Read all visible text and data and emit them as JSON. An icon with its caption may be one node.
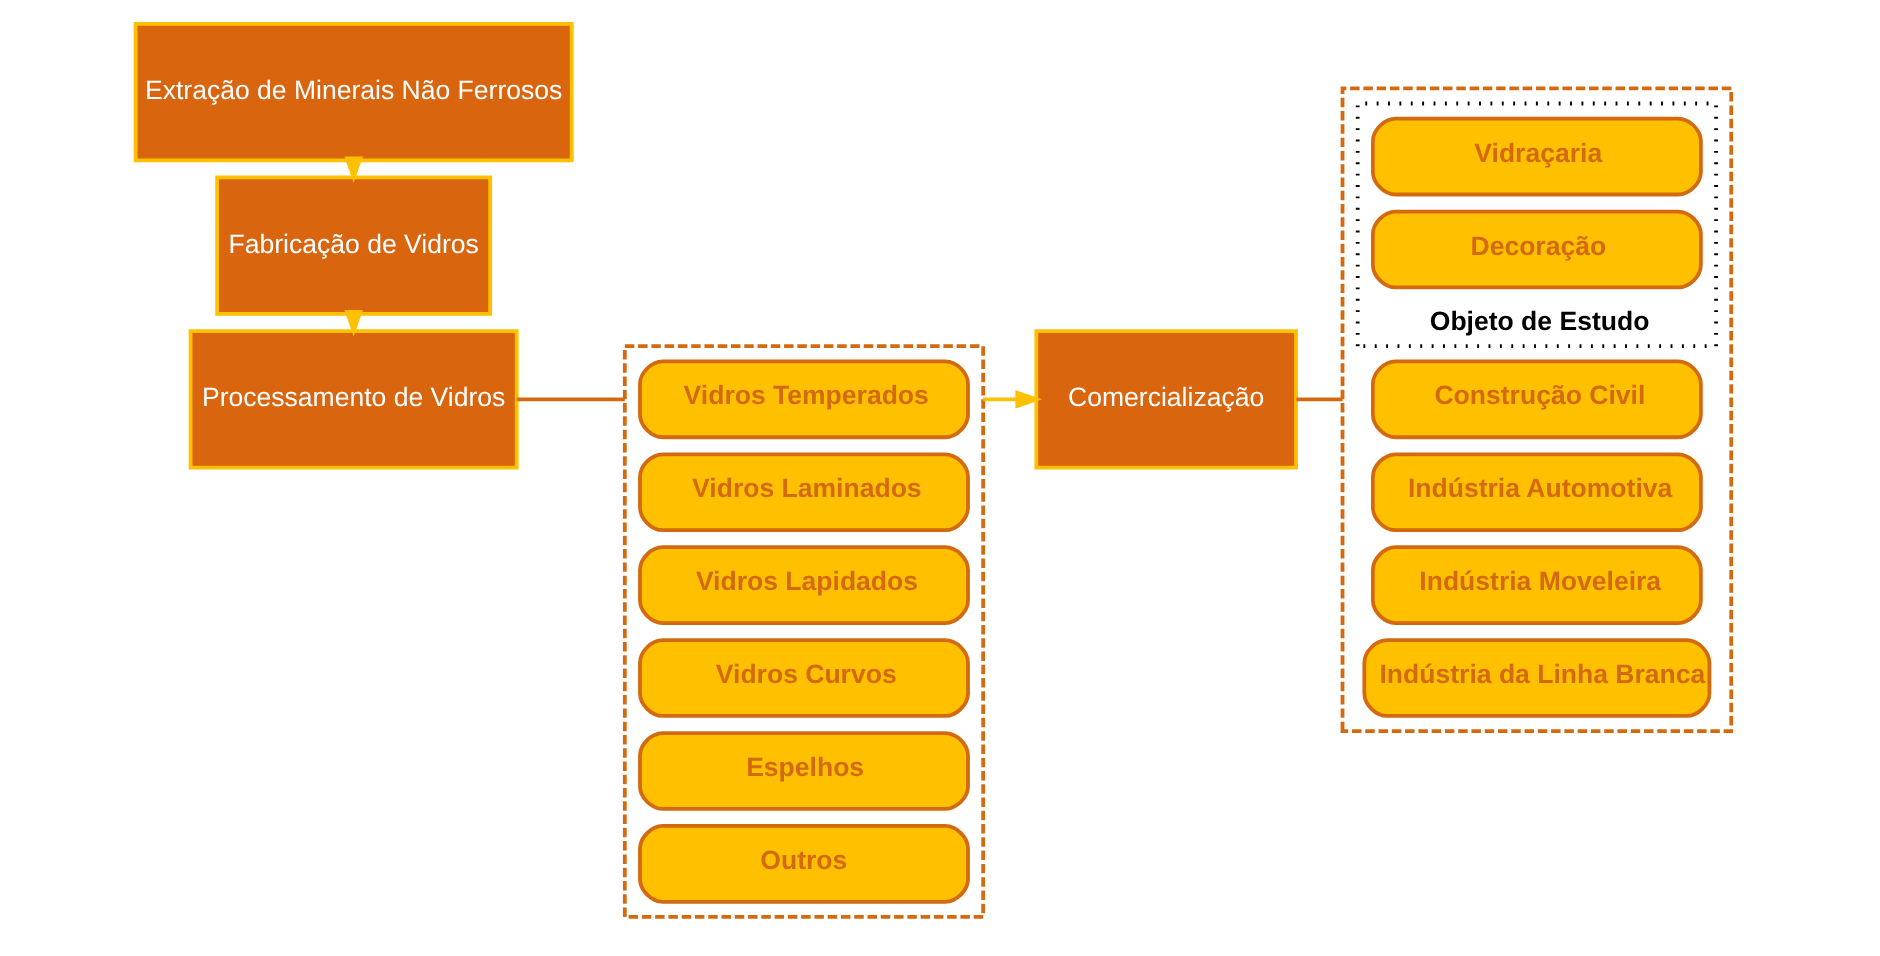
{
  "diagram": {
    "nodes": [
      {
        "text": [
          "Extração de Minerais Não Ferrosos"
        ]
      },
      {
        "text": [
          "Fabricação de Vidros"
        ]
      },
      {
        "text": [
          "Processamento de Vidros"
        ]
      },
      {
        "text": [],
        "shape": "box"
      },
      {
        "text": [
          "Vidros Temperados"
        ],
        "in": 3
      },
      {
        "text": [
          "Vidros Laminados"
        ],
        "in": 3
      },
      {
        "text": [
          "Vidros Lapidados"
        ],
        "in": 3
      },
      {
        "text": [
          "Vidros Curvos"
        ],
        "in": 3
      },
      {
        "text": [
          "Espelhos"
        ],
        "in": 3
      },
      {
        "text": [
          "Outros"
        ],
        "in": 3
      },
      {
        "text": [
          "Comercialização"
        ]
      },
      {
        "text": [],
        "shape": "box"
      },
      {
        "text": [
          "Construção Civil"
        ],
        "in": 11
      },
      {
        "text": [
          "Indústria Automotiva"
        ],
        "in": 11
      },
      {
        "text": [
          "Indústria Moveleira"
        ],
        "in": 11
      },
      {
        "text": [
          "Indústria da Linha Branca"
        ],
        "in": 11
      },
      {
        "text": [
          "Objeto de Estudo"
        ],
        "in": 11
      },
      {
        "text": [
          "Vidraçaria"
        ],
        "in": 16
      },
      {
        "text": [
          "Decoração"
        ],
        "in": 16
      }
    ],
    "edges": [
      {
        "from": 0,
        "to": 1,
        "arrow": "to",
        "color": "#ffc000"
      },
      {
        "from": 1,
        "to": 2,
        "arrow": "to",
        "color": "#ffc000"
      },
      {
        "from": 2,
        "to": 3,
        "arrow": "none",
        "color": "#d46a10"
      },
      {
        "from": 3,
        "to": 10,
        "arrow": "to",
        "color": "#ffc000"
      },
      {
        "from": 10,
        "to": 11,
        "arrow": "none",
        "color": "#d46a10"
      }
    ]
  }
}
